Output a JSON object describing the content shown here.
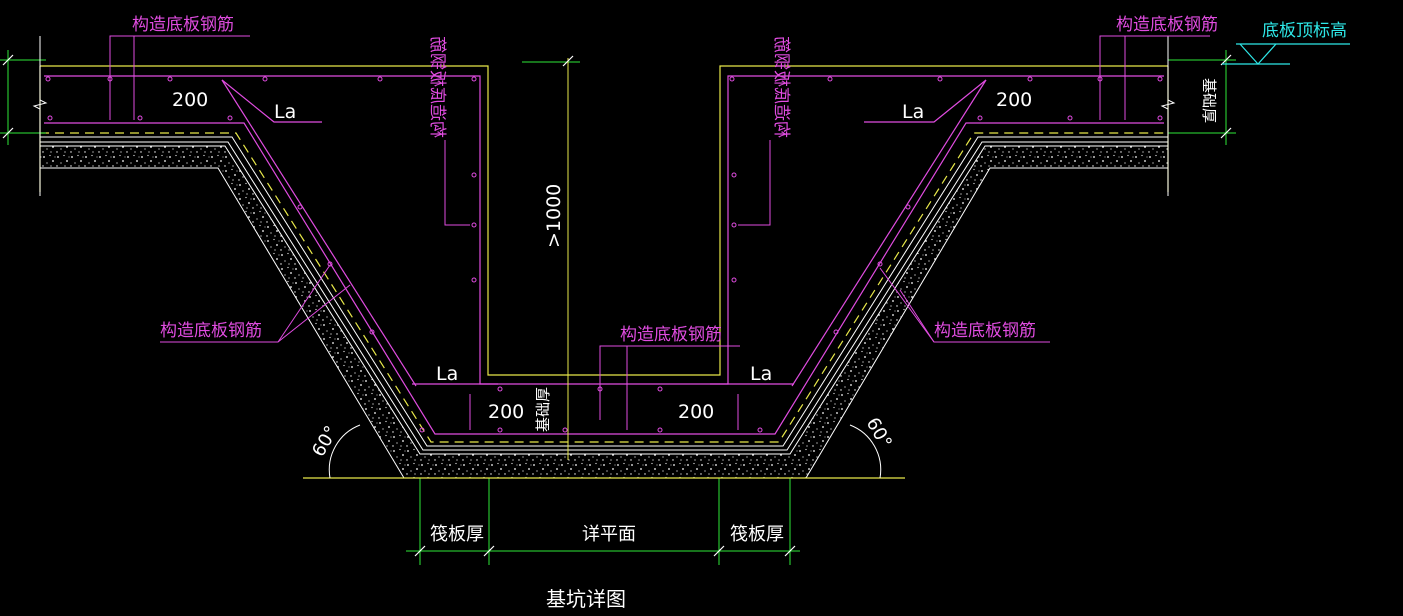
{
  "drawing": {
    "title": "基坑详图",
    "top_elevation_label": "底板顶标高",
    "rebar_label": "构造底板钢筋",
    "anchor_label": "La",
    "dim_200": "200",
    "depth_label": ">1000",
    "foundation_thickness_label": "基础厚",
    "raft_thickness_label": "筏板厚",
    "plan_ref_label": "详平面",
    "angle_label": "60°",
    "colors": {
      "background": "#000000",
      "rebar": "#e04ce0",
      "structure": "#ffffff",
      "outline": "#e8e84a",
      "dimension": "#2ee838",
      "elevation": "#2ee8e8"
    }
  }
}
